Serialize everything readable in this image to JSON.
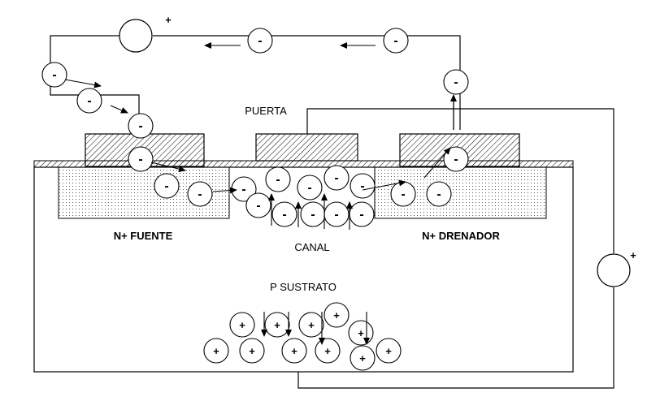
{
  "labels": {
    "gate": "PUERTA",
    "source": "N+ FUENTE",
    "drain": "N+ DRENADOR",
    "channel": "CANAL",
    "substrate": "P  SUSTRATO"
  },
  "symbols": {
    "electron": "-",
    "hole": "+",
    "battery_positive": "+"
  }
}
